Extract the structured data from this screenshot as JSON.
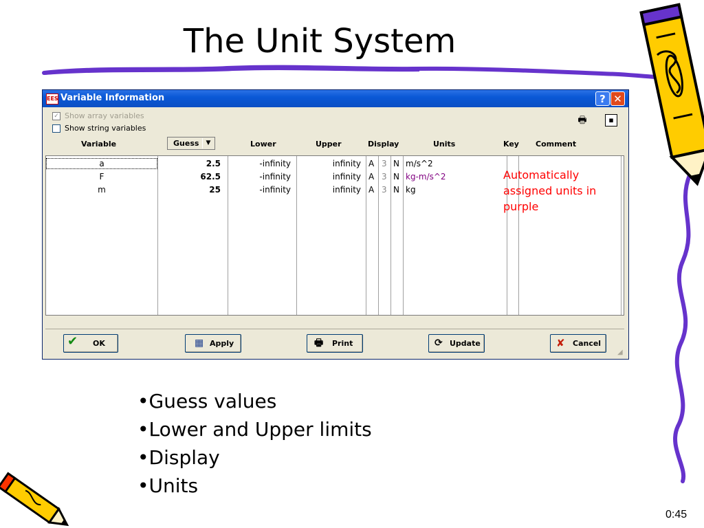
{
  "slide": {
    "title": "The Unit System",
    "annotation": [
      "Automatically",
      "assigned units in",
      "purple"
    ],
    "bullets": [
      "•Guess values",
      "•Lower and Upper limits",
      "•Display",
      "•Units"
    ],
    "slide_number": "0:45",
    "colors": {
      "underline": "#6633cc",
      "annotation": "#ff0000",
      "pencil_body": "#ffcc00",
      "pencil_outline": "#000000"
    }
  },
  "window": {
    "title": "Variable Information",
    "app_icon": "ees-app-icon",
    "help_label": "?",
    "close_label": "✕",
    "checkboxes": [
      {
        "label": "Show array variables",
        "checked": true,
        "disabled": true
      },
      {
        "label": "Show string variables",
        "checked": false,
        "disabled": false
      }
    ],
    "headers": {
      "variable": "Variable",
      "guess": "Guess",
      "lower": "Lower",
      "upper": "Upper",
      "display": "Display",
      "units": "Units",
      "key": "Key",
      "comment": "Comment"
    },
    "rows": [
      {
        "variable": "a",
        "guess": "2.5",
        "lower": "-infinity",
        "upper": "infinity",
        "fmt": "A",
        "digits": "3",
        "flag": "N",
        "units": "m/s^2",
        "units_color": "#000000"
      },
      {
        "variable": "F",
        "guess": "62.5",
        "lower": "-infinity",
        "upper": "infinity",
        "fmt": "A",
        "digits": "3",
        "flag": "N",
        "units": "kg-m/s^2",
        "units_color": "#800080"
      },
      {
        "variable": "m",
        "guess": "25",
        "lower": "-infinity",
        "upper": "infinity",
        "fmt": "A",
        "digits": "3",
        "flag": "N",
        "units": "kg",
        "units_color": "#000000"
      }
    ],
    "buttons": {
      "ok": "OK",
      "apply": "Apply",
      "print": "Print",
      "update": "Update",
      "cancel": "Cancel"
    }
  }
}
